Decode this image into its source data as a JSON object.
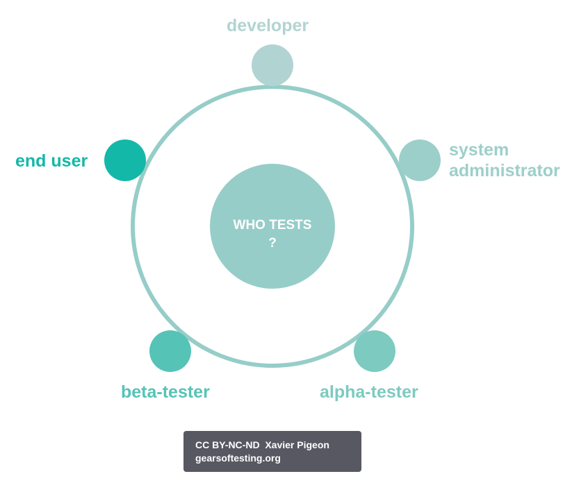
{
  "center": {
    "line1": "WHO TESTS",
    "line2": "?"
  },
  "roles": [
    {
      "id": "developer",
      "label": "developer",
      "color": "#b1d4d2"
    },
    {
      "id": "system-administrator",
      "label_line1": "system",
      "label_line2": "administrator",
      "color": "#9dcfca"
    },
    {
      "id": "alpha-tester",
      "label": "alpha-tester",
      "color": "#7ccac0"
    },
    {
      "id": "beta-tester",
      "label": "beta-tester",
      "color": "#56c3b7"
    },
    {
      "id": "end-user",
      "label": "end user",
      "color": "#14b8a8"
    }
  ],
  "colors": {
    "ring": "#96cdc8",
    "center_fill": "#96cdc8",
    "credit_bg": "#585863"
  },
  "credit": {
    "line1": "CC BY-NC-ND  Xavier Pigeon",
    "line2": "gearsoftesting.org"
  }
}
